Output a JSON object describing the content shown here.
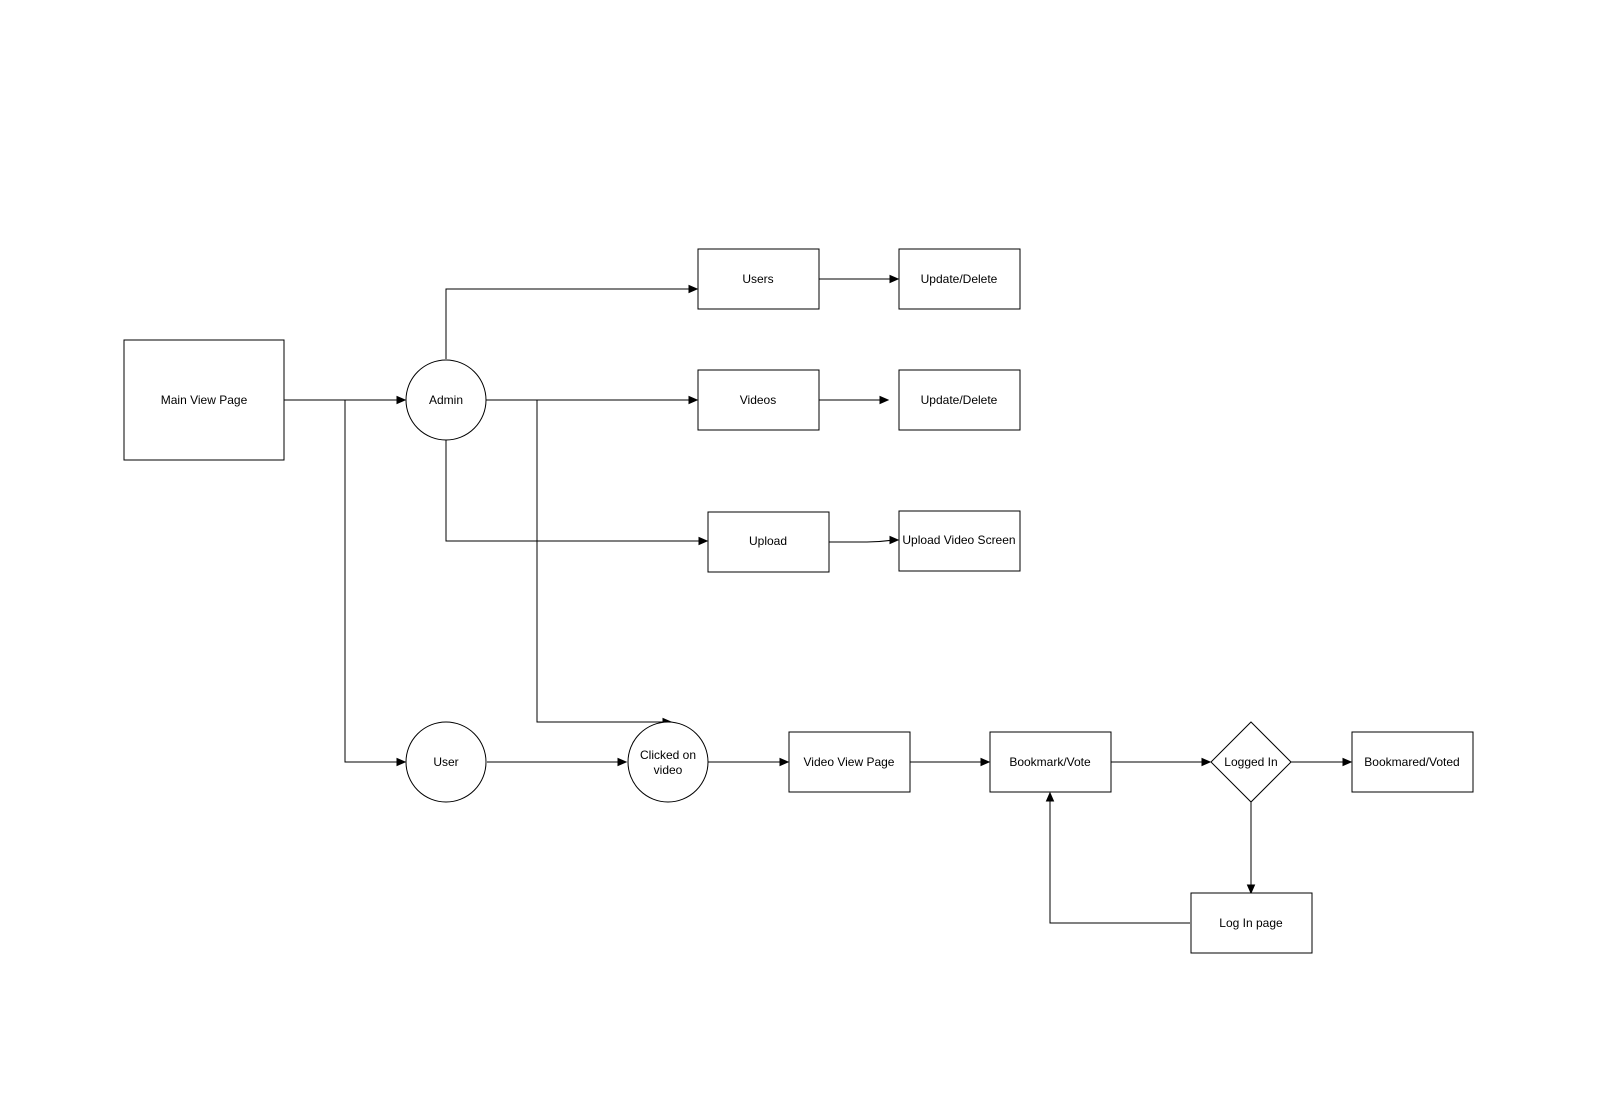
{
  "diagram": {
    "nodes": {
      "main_view_page": "Main View Page",
      "admin": "Admin",
      "users": "Users",
      "users_update_delete": "Update/Delete",
      "videos": "Videos",
      "videos_update_delete": "Update/Delete",
      "upload": "Upload",
      "upload_video_screen": "Upload Video Screen",
      "user": "User",
      "clicked_on_video_line1": "Clicked on",
      "clicked_on_video_line2": "video",
      "video_view_page": "Video View Page",
      "bookmark_vote": "Bookmark/Vote",
      "logged_in": "Logged In",
      "bookmarked_voted": "Bookmared/Voted",
      "log_in_page": "Log In page"
    }
  }
}
